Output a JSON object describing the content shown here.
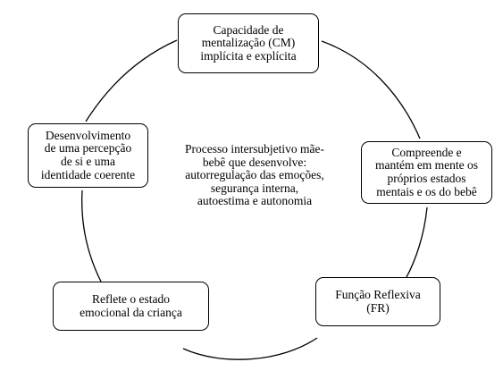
{
  "diagram": {
    "nodes": [
      {
        "id": "top",
        "text": "Capacidade de\nmentalização (CM)\nimplícita  e explícita"
      },
      {
        "id": "right",
        "text": "Compreende e\nmantém em mente os\npróprios estados\nmentais e os do bebê"
      },
      {
        "id": "bottom-right",
        "text": "Função Reflexiva\n(FR)"
      },
      {
        "id": "bottom-left",
        "text": "Reflete  o estado\nemocional da criança"
      },
      {
        "id": "left",
        "text": "Desenvolvimento\nde uma percepção\nde si e uma\nidentidade coerente"
      }
    ],
    "center_text": "Processo intersubjetivo mãe-\nbebê que desenvolve:\nautorregulação das emoções,\nsegurança interna,\nautoestima e autonomia",
    "cycle_order": [
      "top",
      "right",
      "bottom-right",
      "bottom-left",
      "left"
    ]
  },
  "colors": {
    "line": "#000000",
    "background": "#ffffff",
    "text": "#000000"
  }
}
